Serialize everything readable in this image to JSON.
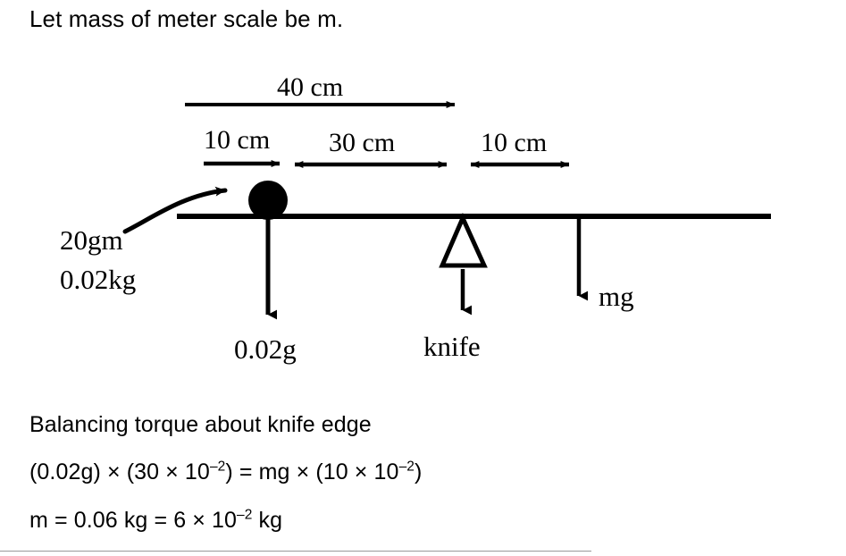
{
  "document": {
    "intro": "Let mass of meter scale be m."
  },
  "diagram": {
    "name": "meter-scale-torque-balance",
    "dimensions": {
      "total_span_label": "40 cm",
      "left_segment_label": "10 cm",
      "middle_segment_label": "30 cm",
      "right_segment_label": "10 cm"
    },
    "mass_callout": {
      "line1": "20gm",
      "line2": "0.02kg"
    },
    "forces": {
      "weight_left": "0.02g",
      "pivot": "knife",
      "weight_scale": "mg"
    }
  },
  "derivation": {
    "heading": "Balancing torque about knife edge",
    "equation_parts": {
      "lhs_open": "(0.02g) × (30 × 10",
      "lhs_exp": "–2",
      "mid": ") = mg × (10 × 10",
      "rhs_exp": "–2",
      "close": ")"
    },
    "result_parts": {
      "lead": "m = 0.06 kg = 6 × 10",
      "exp": "–2",
      "tail": " kg"
    }
  },
  "colors": {
    "ink": "#000000",
    "rule": "#9a9a9a",
    "background": "#ffffff"
  }
}
